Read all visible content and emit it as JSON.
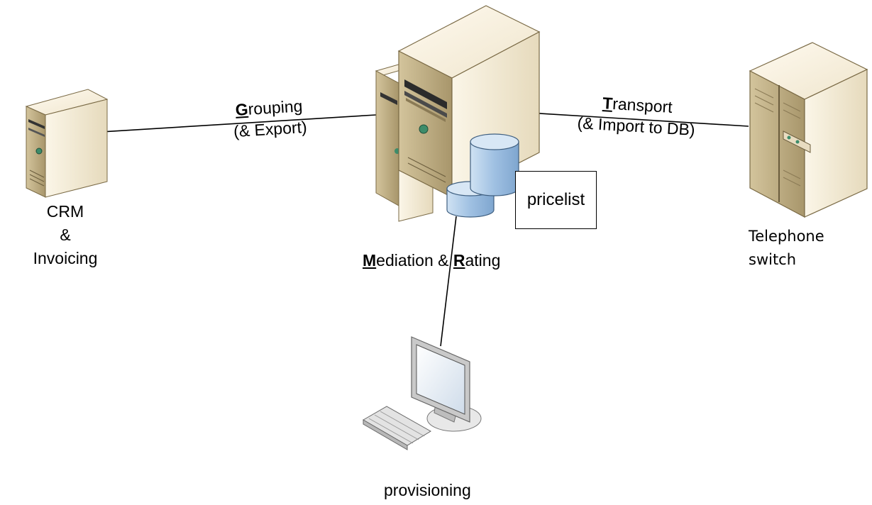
{
  "nodes": {
    "crm": {
      "line1": "CRM",
      "line2": "&",
      "line3": "Invoicing"
    },
    "mediation": {
      "m_initial": "M",
      "m_rest": "ediation & ",
      "r_initial": "R",
      "r_rest": "ating"
    },
    "pricelist": {
      "label": "pricelist"
    },
    "switch": {
      "line1": "Telephone",
      "line2": "switch"
    },
    "provisioning": {
      "label": "provisioning"
    }
  },
  "edges": {
    "grouping": {
      "initial": "G",
      "rest": "rouping",
      "line2": "(& Export)"
    },
    "transport": {
      "initial": "T",
      "rest": "ransport",
      "line2": "(& Import to DB)"
    }
  },
  "colors": {
    "server_light": "#f3ead3",
    "server_mid": "#d9cba6",
    "server_dark": "#b7a67a",
    "db_blue": "#a9c8e6",
    "db_top": "#cfe2f3",
    "monitor_gray": "#cfcfcf"
  },
  "icons": [
    "server-icon",
    "database-icon",
    "monitor-icon",
    "keyboard-icon"
  ]
}
